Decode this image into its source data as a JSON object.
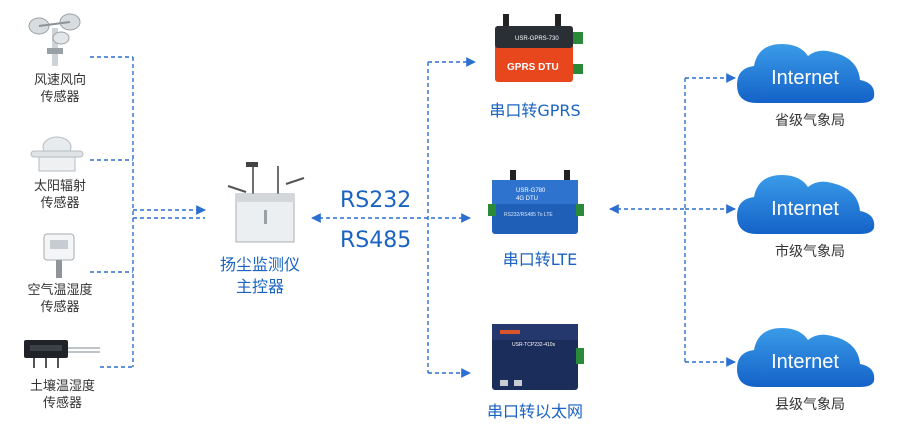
{
  "sensors": [
    {
      "line1": "风速风向",
      "line2": "传感器"
    },
    {
      "line1": "太阳辐射",
      "line2": "传感器"
    },
    {
      "line1": "空气温湿度",
      "line2": "传感器"
    },
    {
      "line1": "土壤温湿度",
      "line2": "传感器"
    }
  ],
  "controller": {
    "line1": "扬尘监测仪",
    "line2": "主控器"
  },
  "protocols": [
    "RS232",
    "RS485"
  ],
  "devices": [
    {
      "label": "串口转GPRS",
      "model": "USR-GPRS-730",
      "badge": "GPRS DTU"
    },
    {
      "label": "串口转LTE",
      "model": "USR-G780",
      "badge": "4G DTU",
      "subtext": "RS232/RS485 To LTE"
    },
    {
      "label": "串口转以太网",
      "model": "USR-TCP232-410s"
    }
  ],
  "clouds": [
    {
      "text": "Internet",
      "label": "省级气象局"
    },
    {
      "text": "Internet",
      "label": "市级气象局"
    },
    {
      "text": "Internet",
      "label": "县级气象局"
    }
  ],
  "colors": {
    "line": "#2b6fd1",
    "cloud_top": "#3a9be8",
    "cloud_bottom": "#1462c8",
    "label_blue": "#1a63c2",
    "gprs_orange": "#e8461c",
    "lte_blue": "#1f5fb8",
    "eth_navy": "#1b2d5a"
  }
}
